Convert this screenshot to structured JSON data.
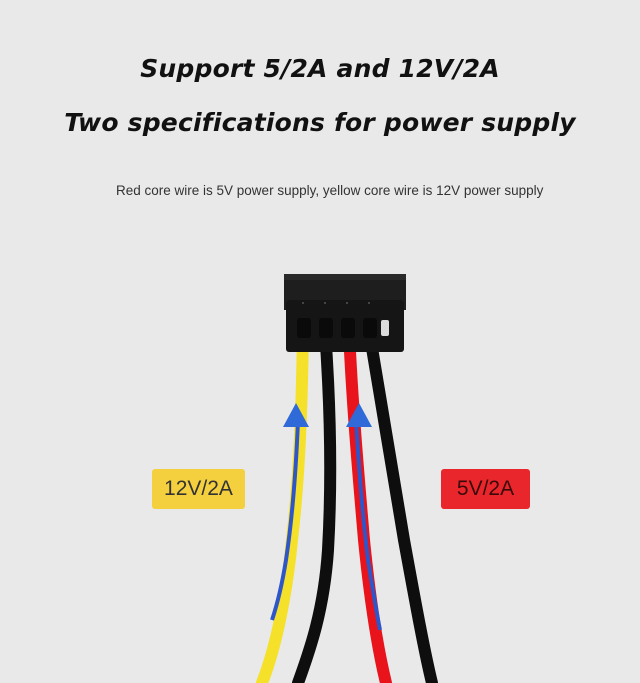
{
  "headline": {
    "line1": "Support 5/2A and 12V/2A",
    "line2": "Two specifications for power supply"
  },
  "caption": "Red core wire is 5V power supply, yellow core wire is 12V power supply",
  "labels": {
    "yellow": "12V/2A",
    "red": "5V/2A"
  },
  "colors": {
    "background": "#e9e9ea",
    "yellow_wire": "#f5e02a",
    "red_wire": "#e8131b",
    "black_wire": "#0e0e0e",
    "blue_stripe": "#2f56c8",
    "connector": "#161616",
    "label_yellow": "#f4d03f",
    "label_red": "#e9262b"
  },
  "icons": [
    "connector-plug",
    "arrow-up-icon",
    "arrow-up-icon"
  ]
}
